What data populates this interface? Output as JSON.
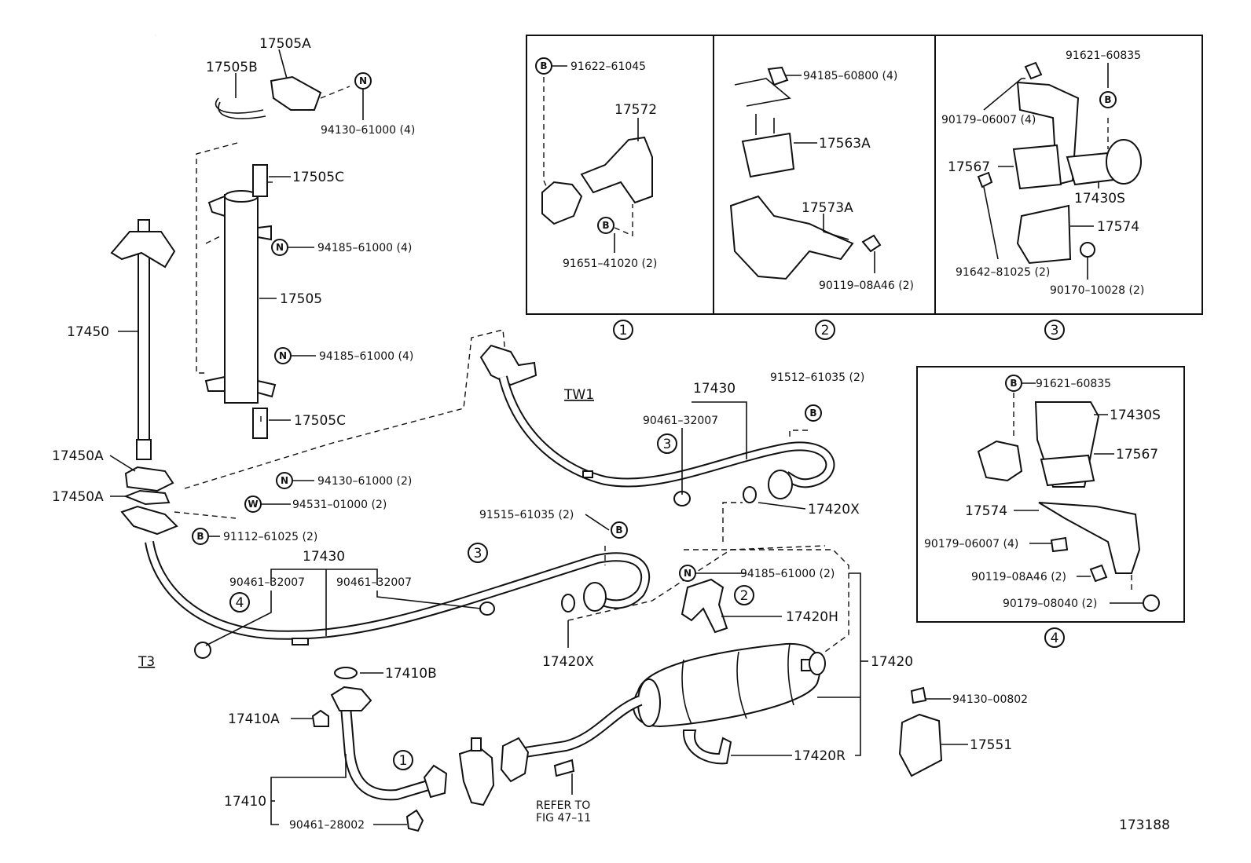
{
  "labels": {
    "p17505A": "17505A",
    "p17505B": "17505B",
    "p94130_61000_4": "94130–61000 (4)",
    "p17505C_top": "17505C",
    "p94185_61000_4a": "94185–61000 (4)",
    "p17505": "17505",
    "p17450": "17450",
    "p94185_61000_4b": "94185–61000 (4)",
    "p17505C_bot": "17505C",
    "p17450A_1": "17450A",
    "p17450A_2": "17450A",
    "p94130_61000_2": "94130–61000 (2)",
    "p94531_01000_2": "94531–01000 (2)",
    "p91112_61025_2": "91112–61025 (2)",
    "p17430_front": "17430",
    "p90461_32007_a": "90461–32007",
    "p90461_32007_b": "90461–32007",
    "p91515_61035_2": "91515–61035 (2)",
    "tag_T3": "T3",
    "tag_TW1": "TW1",
    "p17430_rear": "17430",
    "p91512_61035_2": "91512–61035 (2)",
    "p90461_32007_c": "90461–32007",
    "p17420X_a": "17420X",
    "p17420X_b": "17420X",
    "p17410B": "17410B",
    "p17410A": "17410A",
    "p17410": "17410",
    "p90461_28002": "90461–28002",
    "refer_line1": "REFER TO",
    "refer_line2": "FIG 47–11",
    "p94185_61000_2": "94185–61000 (2)",
    "p17420H": "17420H",
    "p17420": "17420",
    "p17420R": "17420R",
    "p94130_00802": "94130–00802",
    "p17551": "17551",
    "figure_number": "173188",
    "box1_91622_61045": "91622–61045",
    "box1_17572": "17572",
    "box1_91651_41020_2": "91651–41020 (2)",
    "box2_94185_60800_4": "94185–60800 (4)",
    "box2_17563A": "17563A",
    "box2_17573A": "17573A",
    "box2_90119_08A46_2": "90119–08A46 (2)",
    "box3_91621_60835": "91621–60835",
    "box3_90179_06007_4": "90179–06007 (4)",
    "box3_17567": "17567",
    "box3_17430S": "17430S",
    "box3_17574": "17574",
    "box3_91642_81025_2": "91642–81025 (2)",
    "box3_90170_10028_2": "90170–10028 (2)",
    "box4_91621_60835": "91621–60835",
    "box4_17430S": "17430S",
    "box4_17567": "17567",
    "box4_17574": "17574",
    "box4_90179_06007_4": "90179–06007 (4)",
    "box4_90119_08A46_2": "90119–08A46 (2)",
    "box4_90179_08040_2": "90179–08040 (2)"
  },
  "symbols": {
    "N": "N",
    "W": "W",
    "B": "B"
  },
  "markers": {
    "m1": "1",
    "m2": "2",
    "m3": "3",
    "m4": "4"
  }
}
